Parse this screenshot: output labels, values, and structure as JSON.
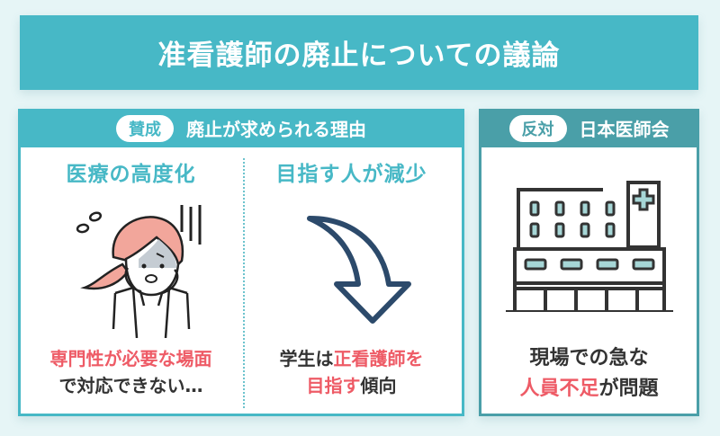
{
  "title": "准看護師の廃止についての議論",
  "colors": {
    "background": "#e6f5f6",
    "title_bg": "#47b8c6",
    "pro_accent": "#47b8c6",
    "con_accent": "#4a9fa8",
    "highlight_red": "#ee5b66",
    "text_dark": "#333333",
    "arrow_navy": "#2c4a6b"
  },
  "pro_panel": {
    "badge": "賛成",
    "heading": "廃止が求められる理由",
    "columns": [
      {
        "title": "医療の高度化",
        "icon": "worried-nurse-illustration",
        "caption_line1_red": "専門性が必要な場面",
        "caption_line2_dark": "で対応できない…"
      },
      {
        "title": "目指す人が減少",
        "icon": "curved-down-arrow",
        "caption_line1_dark": "学生は",
        "caption_line1_red": "正看護師を",
        "caption_line2_red": "目指す",
        "caption_line2_dark": "傾向"
      }
    ]
  },
  "con_panel": {
    "badge": "反対",
    "heading": "日本医師会",
    "icon": "hospital-building",
    "caption_line1_dark": "現場での急な",
    "caption_line2_red": "人員不足",
    "caption_line2_dark": "が問題"
  }
}
